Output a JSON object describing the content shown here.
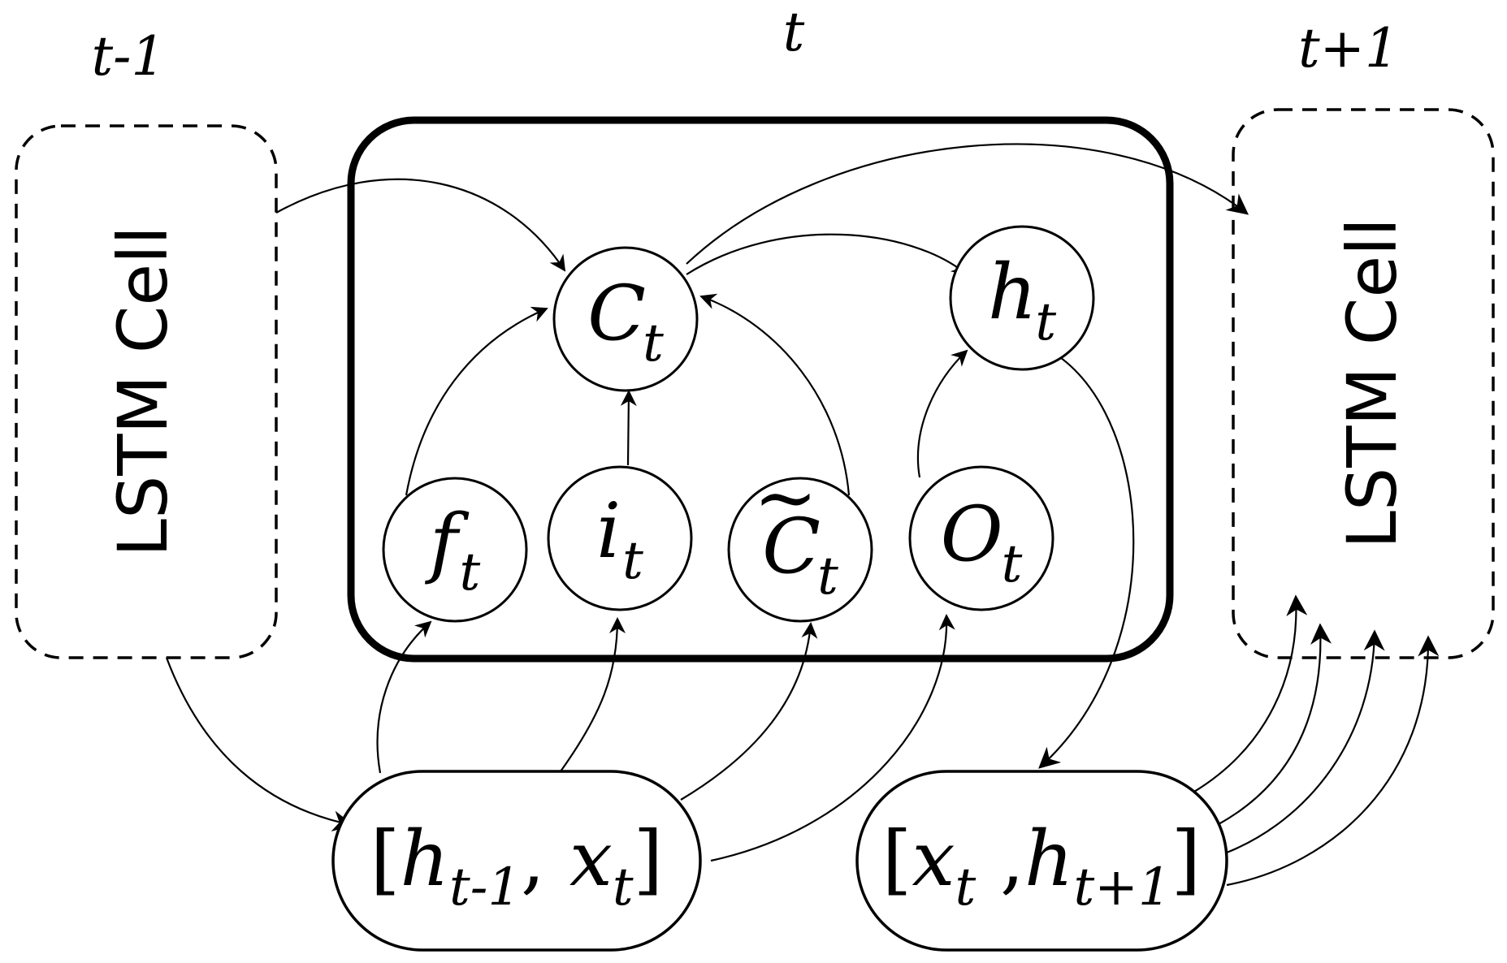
{
  "time_labels": {
    "prev": "t-1",
    "current": "t",
    "next": "t+1"
  },
  "cells": {
    "prev_label": "LSTM Cell",
    "next_label": "LSTM Cell"
  },
  "nodes": {
    "c": {
      "main": "C",
      "sub": "t"
    },
    "h": {
      "main": "h",
      "sub": "t"
    },
    "f": {
      "main": "f",
      "sub": "t"
    },
    "i": {
      "main": "i",
      "sub": "t"
    },
    "c_tilde": {
      "main": "C",
      "accent": "~",
      "sub": "t"
    },
    "o": {
      "main": "O",
      "sub": "t"
    }
  },
  "inputs": {
    "current": {
      "open": "[",
      "h": "h",
      "h_sub": "t-1",
      "sep": ", ",
      "x": "x",
      "x_sub": "t",
      "close": "]"
    },
    "next": {
      "open": "[",
      "x": "x",
      "x_sub": "t",
      "sep": " ,",
      "h": "h",
      "h_sub": "t+1",
      "close": "]"
    }
  }
}
